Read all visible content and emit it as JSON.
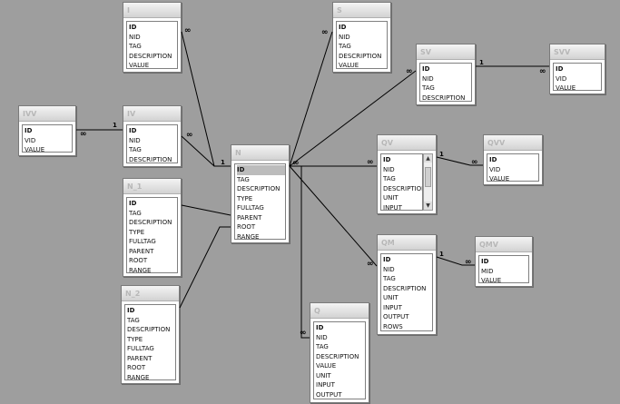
{
  "tables": {
    "I": {
      "title": "I",
      "fields": [
        {
          "label": "ID",
          "pk": true
        },
        {
          "label": "NID"
        },
        {
          "label": "TAG"
        },
        {
          "label": "DESCRIPTION"
        },
        {
          "label": "VALUE"
        }
      ]
    },
    "S": {
      "title": "S",
      "fields": [
        {
          "label": "ID",
          "pk": true
        },
        {
          "label": "NID"
        },
        {
          "label": "TAG"
        },
        {
          "label": "DESCRIPTION"
        },
        {
          "label": "VALUE"
        }
      ]
    },
    "SV": {
      "title": "SV",
      "fields": [
        {
          "label": "ID",
          "pk": true
        },
        {
          "label": "NID"
        },
        {
          "label": "TAG"
        },
        {
          "label": "DESCRIPTION"
        }
      ]
    },
    "SVV": {
      "title": "SVV",
      "fields": [
        {
          "label": "ID",
          "pk": true
        },
        {
          "label": "VID"
        },
        {
          "label": "VALUE"
        }
      ]
    },
    "IVV": {
      "title": "IVV",
      "fields": [
        {
          "label": "ID",
          "pk": true
        },
        {
          "label": "VID"
        },
        {
          "label": "VALUE"
        }
      ]
    },
    "IV": {
      "title": "IV",
      "fields": [
        {
          "label": "ID",
          "pk": true
        },
        {
          "label": "NID"
        },
        {
          "label": "TAG"
        },
        {
          "label": "DESCRIPTION"
        }
      ]
    },
    "N": {
      "title": "N",
      "fields": [
        {
          "label": "ID",
          "pk": true,
          "selected": true
        },
        {
          "label": "TAG"
        },
        {
          "label": "DESCRIPTION"
        },
        {
          "label": "TYPE"
        },
        {
          "label": "FULLTAG"
        },
        {
          "label": "PARENT"
        },
        {
          "label": "ROOT"
        },
        {
          "label": "RANGE"
        }
      ]
    },
    "QV": {
      "title": "QV",
      "fields": [
        {
          "label": "ID",
          "pk": true
        },
        {
          "label": "NID"
        },
        {
          "label": "TAG"
        },
        {
          "label": "DESCRIPTION"
        },
        {
          "label": "UNIT"
        },
        {
          "label": "INPUT"
        }
      ]
    },
    "QVV": {
      "title": "QVV",
      "fields": [
        {
          "label": "ID",
          "pk": true
        },
        {
          "label": "VID"
        },
        {
          "label": "VALUE"
        }
      ]
    },
    "N_1": {
      "title": "N_1",
      "fields": [
        {
          "label": "ID",
          "pk": true
        },
        {
          "label": "TAG"
        },
        {
          "label": "DESCRIPTION"
        },
        {
          "label": "TYPE"
        },
        {
          "label": "FULLTAG"
        },
        {
          "label": "PARENT"
        },
        {
          "label": "ROOT"
        },
        {
          "label": "RANGE"
        }
      ]
    },
    "QM": {
      "title": "QM",
      "fields": [
        {
          "label": "ID",
          "pk": true
        },
        {
          "label": "NID"
        },
        {
          "label": "TAG"
        },
        {
          "label": "DESCRIPTION"
        },
        {
          "label": "UNIT"
        },
        {
          "label": "INPUT"
        },
        {
          "label": "OUTPUT"
        },
        {
          "label": "ROWS"
        }
      ]
    },
    "QMV": {
      "title": "QMV",
      "fields": [
        {
          "label": "ID",
          "pk": true
        },
        {
          "label": "MID"
        },
        {
          "label": "VALUE"
        }
      ]
    },
    "N_2": {
      "title": "N_2",
      "fields": [
        {
          "label": "ID",
          "pk": true
        },
        {
          "label": "TAG"
        },
        {
          "label": "DESCRIPTION"
        },
        {
          "label": "TYPE"
        },
        {
          "label": "FULLTAG"
        },
        {
          "label": "PARENT"
        },
        {
          "label": "ROOT"
        },
        {
          "label": "RANGE"
        }
      ]
    },
    "Q": {
      "title": "Q",
      "fields": [
        {
          "label": "ID",
          "pk": true
        },
        {
          "label": "NID"
        },
        {
          "label": "TAG"
        },
        {
          "label": "DESCRIPTION"
        },
        {
          "label": "VALUE"
        },
        {
          "label": "UNIT"
        },
        {
          "label": "INPUT"
        },
        {
          "label": "OUTPUT"
        }
      ]
    }
  },
  "cardinality": {
    "one": "1",
    "many": "∞"
  },
  "colors": {
    "canvas": "#9e9e9e",
    "title_text": "#b7b7b7",
    "line": "#000000"
  }
}
